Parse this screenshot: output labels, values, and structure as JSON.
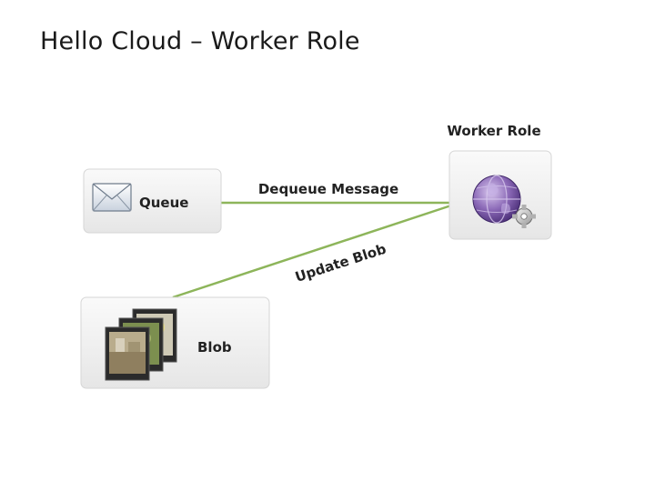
{
  "title": "Hello Cloud – Worker Role",
  "nodes": {
    "worker_role": {
      "label": "Worker Role",
      "icon": "globe-gear-icon"
    },
    "queue": {
      "label": "Queue",
      "icon": "envelope-icon"
    },
    "blob": {
      "label": "Blob",
      "icon": "photo-stack-icon"
    }
  },
  "edges": {
    "dequeue": {
      "label": "Dequeue Message",
      "from": "worker_role",
      "to": "queue"
    },
    "update_blob": {
      "label": "Update Blob",
      "from": "worker_role",
      "to": "blob"
    }
  },
  "colors": {
    "connector": "#8db55a",
    "box_fill": "#efefef",
    "box_border": "#d4d4d4",
    "globe": "#7a5aa6",
    "text": "#222222"
  }
}
